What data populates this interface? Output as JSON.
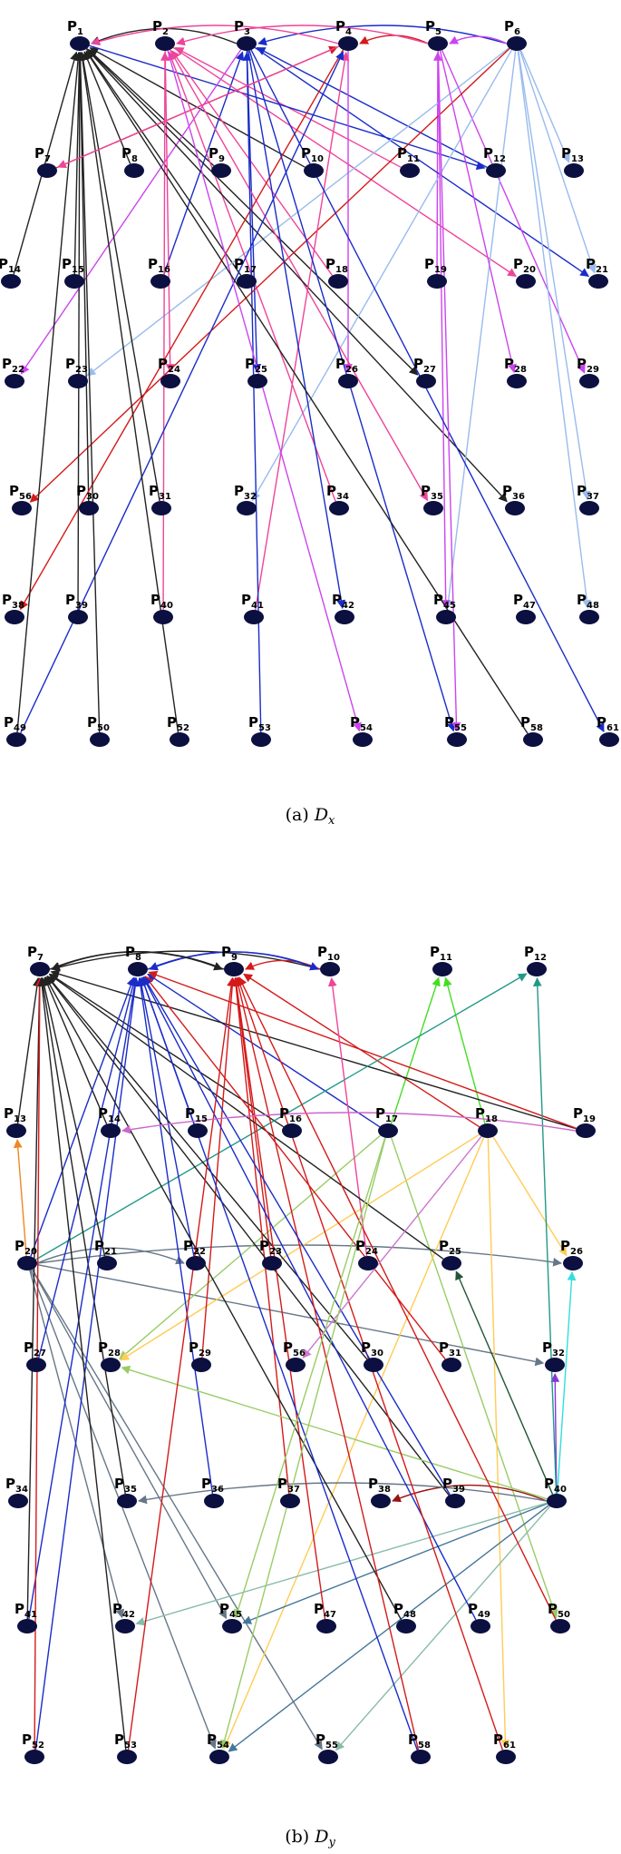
{
  "diagrams": [
    {
      "id": "dx",
      "caption": {
        "prefix": "(a) ",
        "main": "D",
        "sub": "x"
      },
      "nodes": [
        {
          "label": "P",
          "sub": "1"
        },
        {
          "label": "P",
          "sub": "2"
        },
        {
          "label": "P",
          "sub": "3"
        },
        {
          "label": "P",
          "sub": "4"
        },
        {
          "label": "P",
          "sub": "5"
        },
        {
          "label": "P",
          "sub": "6"
        },
        {
          "label": "P",
          "sub": "7"
        },
        {
          "label": "P",
          "sub": "8"
        },
        {
          "label": "P",
          "sub": "9"
        },
        {
          "label": "P",
          "sub": "10"
        },
        {
          "label": "P",
          "sub": "11"
        },
        {
          "label": "P",
          "sub": "12"
        },
        {
          "label": "P",
          "sub": "13"
        },
        {
          "label": "P",
          "sub": "14"
        },
        {
          "label": "P",
          "sub": "15"
        },
        {
          "label": "P",
          "sub": "16"
        },
        {
          "label": "P",
          "sub": "17"
        },
        {
          "label": "P",
          "sub": "18"
        },
        {
          "label": "P",
          "sub": "19"
        },
        {
          "label": "P",
          "sub": "20"
        },
        {
          "label": "P",
          "sub": "21"
        },
        {
          "label": "P",
          "sub": "22"
        },
        {
          "label": "P",
          "sub": "23"
        },
        {
          "label": "P",
          "sub": "24"
        },
        {
          "label": "P",
          "sub": "25"
        },
        {
          "label": "P",
          "sub": "26"
        },
        {
          "label": "P",
          "sub": "27"
        },
        {
          "label": "P",
          "sub": "28"
        },
        {
          "label": "P",
          "sub": "29"
        },
        {
          "label": "P",
          "sub": "56"
        },
        {
          "label": "P",
          "sub": "30"
        },
        {
          "label": "P",
          "sub": "31"
        },
        {
          "label": "P",
          "sub": "32"
        },
        {
          "label": "P",
          "sub": "34"
        },
        {
          "label": "P",
          "sub": "35"
        },
        {
          "label": "P",
          "sub": "36"
        },
        {
          "label": "P",
          "sub": "37"
        },
        {
          "label": "P",
          "sub": "38"
        },
        {
          "label": "P",
          "sub": "39"
        },
        {
          "label": "P",
          "sub": "40"
        },
        {
          "label": "P",
          "sub": "41"
        },
        {
          "label": "P",
          "sub": "42"
        },
        {
          "label": "P",
          "sub": "45"
        },
        {
          "label": "P",
          "sub": "47"
        },
        {
          "label": "P",
          "sub": "48"
        },
        {
          "label": "P",
          "sub": "49"
        },
        {
          "label": "P",
          "sub": "50"
        },
        {
          "label": "P",
          "sub": "52"
        },
        {
          "label": "P",
          "sub": "53"
        },
        {
          "label": "P",
          "sub": "54"
        },
        {
          "label": "P",
          "sub": "55"
        },
        {
          "label": "P",
          "sub": "58"
        },
        {
          "label": "P",
          "sub": "61"
        }
      ],
      "edges": [
        {
          "from": 2,
          "to": 0,
          "color": "#222222"
        },
        {
          "from": 5,
          "to": 2,
          "color": "#1a2cc8"
        },
        {
          "from": 3,
          "to": 0,
          "color": "#ee4499"
        },
        {
          "from": 4,
          "to": 3,
          "color": "#d41a1a"
        },
        {
          "from": 5,
          "to": 4,
          "color": "#cc44ee"
        },
        {
          "from": 4,
          "to": 1,
          "color": "#ee4499"
        },
        {
          "from": 13,
          "to": 0,
          "color": "#222222"
        },
        {
          "from": 6,
          "to": 3,
          "color": "#d41a1a"
        },
        {
          "from": 7,
          "to": 0,
          "color": "#222222"
        },
        {
          "from": 8,
          "to": 0,
          "color": "#222222"
        },
        {
          "from": 9,
          "to": 0,
          "color": "#222222"
        },
        {
          "from": 10,
          "to": 1,
          "color": "#ee4499"
        },
        {
          "from": 11,
          "to": 2,
          "color": "#1a2cc8"
        },
        {
          "from": 0,
          "to": 11,
          "color": "#1a2cc8"
        },
        {
          "from": 5,
          "to": 12,
          "color": "#99bbee"
        },
        {
          "from": 14,
          "to": 0,
          "color": "#222222"
        },
        {
          "from": 15,
          "to": 2,
          "color": "#1a2cc8"
        },
        {
          "from": 16,
          "to": 0,
          "color": "#222222"
        },
        {
          "from": 17,
          "to": 1,
          "color": "#ee4499"
        },
        {
          "from": 18,
          "to": 4,
          "color": "#cc44ee"
        },
        {
          "from": 1,
          "to": 19,
          "color": "#ee4499"
        },
        {
          "from": 2,
          "to": 20,
          "color": "#1a2cc8"
        },
        {
          "from": 5,
          "to": 20,
          "color": "#99bbee"
        },
        {
          "from": 2,
          "to": 21,
          "color": "#cc44ee"
        },
        {
          "from": 5,
          "to": 22,
          "color": "#99bbee"
        },
        {
          "from": 1,
          "to": 23,
          "color": "#ee4499"
        },
        {
          "from": 2,
          "to": 24,
          "color": "#1a2cc8"
        },
        {
          "from": 3,
          "to": 25,
          "color": "#cc44ee"
        },
        {
          "from": 0,
          "to": 26,
          "color": "#222222"
        },
        {
          "from": 4,
          "to": 28,
          "color": "#cc44ee"
        },
        {
          "from": 5,
          "to": 29,
          "color": "#d41a1a"
        },
        {
          "from": 30,
          "to": 0,
          "color": "#222222"
        },
        {
          "from": 31,
          "to": 0,
          "color": "#222222"
        },
        {
          "from": 5,
          "to": 32,
          "color": "#99bbee"
        },
        {
          "from": 33,
          "to": 1,
          "color": "#ee4499"
        },
        {
          "from": 1,
          "to": 34,
          "color": "#ee4499"
        },
        {
          "from": 0,
          "to": 35,
          "color": "#222222"
        },
        {
          "from": 5,
          "to": 36,
          "color": "#99bbee"
        },
        {
          "from": 3,
          "to": 37,
          "color": "#d41a1a"
        },
        {
          "from": 38,
          "to": 0,
          "color": "#222222"
        },
        {
          "from": 39,
          "to": 1,
          "color": "#ee4499"
        },
        {
          "from": 40,
          "to": 3,
          "color": "#ee4499"
        },
        {
          "from": 2,
          "to": 41,
          "color": "#1a2cc8"
        },
        {
          "from": 5,
          "to": 42,
          "color": "#99bbee"
        },
        {
          "from": 4,
          "to": 42,
          "color": "#cc44ee"
        },
        {
          "from": 5,
          "to": 44,
          "color": "#99bbee"
        },
        {
          "from": 45,
          "to": 0,
          "color": "#222222"
        },
        {
          "from": 45,
          "to": 3,
          "color": "#1a2cc8"
        },
        {
          "from": 46,
          "to": 0,
          "color": "#222222"
        },
        {
          "from": 47,
          "to": 0,
          "color": "#222222"
        },
        {
          "from": 48,
          "to": 2,
          "color": "#1a2cc8"
        },
        {
          "from": 1,
          "to": 49,
          "color": "#cc44ee"
        },
        {
          "from": 2,
          "to": 50,
          "color": "#1a2cc8"
        },
        {
          "from": 51,
          "to": 0,
          "color": "#222222"
        },
        {
          "from": 2,
          "to": 52,
          "color": "#1a2cc8"
        },
        {
          "from": 4,
          "to": 50,
          "color": "#cc44ee"
        },
        {
          "from": 3,
          "to": 6,
          "color": "#ee4499"
        },
        {
          "from": 4,
          "to": 27,
          "color": "#cc44ee"
        }
      ]
    },
    {
      "id": "dy",
      "caption": {
        "prefix": "(b) ",
        "main": "D",
        "sub": "y"
      },
      "nodes": [
        {
          "label": "P",
          "sub": "7"
        },
        {
          "label": "P",
          "sub": "8"
        },
        {
          "label": "P",
          "sub": "9"
        },
        {
          "label": "P",
          "sub": "10"
        },
        {
          "label": "P",
          "sub": "11"
        },
        {
          "label": "P",
          "sub": "12"
        },
        {
          "label": "P",
          "sub": "13"
        },
        {
          "label": "P",
          "sub": "14"
        },
        {
          "label": "P",
          "sub": "15"
        },
        {
          "label": "P",
          "sub": "16"
        },
        {
          "label": "P",
          "sub": "17"
        },
        {
          "label": "P",
          "sub": "18"
        },
        {
          "label": "P",
          "sub": "19"
        },
        {
          "label": "P",
          "sub": "20"
        },
        {
          "label": "P",
          "sub": "21"
        },
        {
          "label": "P",
          "sub": "22"
        },
        {
          "label": "P",
          "sub": "23"
        },
        {
          "label": "P",
          "sub": "24"
        },
        {
          "label": "P",
          "sub": "25"
        },
        {
          "label": "P",
          "sub": "26"
        },
        {
          "label": "P",
          "sub": "27"
        },
        {
          "label": "P",
          "sub": "28"
        },
        {
          "label": "P",
          "sub": "29"
        },
        {
          "label": "P",
          "sub": "56"
        },
        {
          "label": "P",
          "sub": "30"
        },
        {
          "label": "P",
          "sub": "31"
        },
        {
          "label": "P",
          "sub": "32"
        },
        {
          "label": "P",
          "sub": "34"
        },
        {
          "label": "P",
          "sub": "35"
        },
        {
          "label": "P",
          "sub": "36"
        },
        {
          "label": "P",
          "sub": "37"
        },
        {
          "label": "P",
          "sub": "38"
        },
        {
          "label": "P",
          "sub": "39"
        },
        {
          "label": "P",
          "sub": "40"
        },
        {
          "label": "P",
          "sub": "41"
        },
        {
          "label": "P",
          "sub": "42"
        },
        {
          "label": "P",
          "sub": "45"
        },
        {
          "label": "P",
          "sub": "47"
        },
        {
          "label": "P",
          "sub": "48"
        },
        {
          "label": "P",
          "sub": "49"
        },
        {
          "label": "P",
          "sub": "50"
        },
        {
          "label": "P",
          "sub": "52"
        },
        {
          "label": "P",
          "sub": "53"
        },
        {
          "label": "P",
          "sub": "54"
        },
        {
          "label": "P",
          "sub": "55"
        },
        {
          "label": "P",
          "sub": "58"
        },
        {
          "label": "P",
          "sub": "61"
        }
      ],
      "edges": [
        {
          "from": 3,
          "to": 0,
          "color": "#222222"
        },
        {
          "from": 2,
          "to": 0,
          "color": "#222222"
        },
        {
          "from": 3,
          "to": 1,
          "color": "#1a2cc8"
        },
        {
          "from": 3,
          "to": 2,
          "color": "#d41a1a"
        },
        {
          "from": 6,
          "to": 0,
          "color": "#222222"
        },
        {
          "from": 7,
          "to": 0,
          "color": "#222222"
        },
        {
          "from": 8,
          "to": 1,
          "color": "#1a2cc8"
        },
        {
          "from": 9,
          "to": 0,
          "color": "#222222"
        },
        {
          "from": 10,
          "to": 4,
          "color": "#44dd22"
        },
        {
          "from": 10,
          "to": 1,
          "color": "#1a2cc8"
        },
        {
          "from": 11,
          "to": 4,
          "color": "#44dd22"
        },
        {
          "from": 11,
          "to": 2,
          "color": "#d41a1a"
        },
        {
          "from": 12,
          "to": 0,
          "color": "#222222"
        },
        {
          "from": 12,
          "to": 1,
          "color": "#d41a1a"
        },
        {
          "from": 13,
          "to": 5,
          "color": "#229988"
        },
        {
          "from": 13,
          "to": 1,
          "color": "#1a2cc8"
        },
        {
          "from": 13,
          "to": 19,
          "color": "#667788"
        },
        {
          "from": 13,
          "to": 36,
          "color": "#667788"
        },
        {
          "from": 13,
          "to": 43,
          "color": "#667788"
        },
        {
          "from": 13,
          "to": 35,
          "color": "#667788"
        },
        {
          "from": 13,
          "to": 26,
          "color": "#667788"
        },
        {
          "from": 13,
          "to": 44,
          "color": "#667788"
        },
        {
          "from": 13,
          "to": 15,
          "color": "#667788"
        },
        {
          "from": 13,
          "to": 6,
          "color": "#ee8822"
        },
        {
          "from": 10,
          "to": 21,
          "color": "#99cc66"
        },
        {
          "from": 10,
          "to": 40,
          "color": "#99cc66"
        },
        {
          "from": 11,
          "to": 19,
          "color": "#ffcc55"
        },
        {
          "from": 11,
          "to": 43,
          "color": "#ffcc55"
        },
        {
          "from": 11,
          "to": 46,
          "color": "#ffcc55"
        },
        {
          "from": 11,
          "to": 21,
          "color": "#ffcc55"
        },
        {
          "from": 14,
          "to": 0,
          "color": "#222222"
        },
        {
          "from": 15,
          "to": 1,
          "color": "#1a2cc8"
        },
        {
          "from": 16,
          "to": 2,
          "color": "#d41a1a"
        },
        {
          "from": 17,
          "to": 3,
          "color": "#ee4499"
        },
        {
          "from": 18,
          "to": 0,
          "color": "#222222"
        },
        {
          "from": 20,
          "to": 1,
          "color": "#1a2cc8"
        },
        {
          "from": 22,
          "to": 2,
          "color": "#d41a1a"
        },
        {
          "from": 24,
          "to": 0,
          "color": "#222222"
        },
        {
          "from": 25,
          "to": 1,
          "color": "#d41a1a"
        },
        {
          "from": 28,
          "to": 0,
          "color": "#222222"
        },
        {
          "from": 29,
          "to": 1,
          "color": "#1a2cc8"
        },
        {
          "from": 30,
          "to": 2,
          "color": "#d41a1a"
        },
        {
          "from": 32,
          "to": 0,
          "color": "#222222"
        },
        {
          "from": 33,
          "to": 19,
          "color": "#33dddd"
        },
        {
          "from": 33,
          "to": 26,
          "color": "#8833dd"
        },
        {
          "from": 33,
          "to": 31,
          "color": "#991111"
        },
        {
          "from": 33,
          "to": 28,
          "color": "#667788"
        },
        {
          "from": 33,
          "to": 36,
          "color": "#447799"
        },
        {
          "from": 33,
          "to": 43,
          "color": "#447799"
        },
        {
          "from": 33,
          "to": 5,
          "color": "#229988"
        },
        {
          "from": 33,
          "to": 21,
          "color": "#99cc66"
        },
        {
          "from": 33,
          "to": 18,
          "color": "#225533"
        },
        {
          "from": 33,
          "to": 35,
          "color": "#88bbaa"
        },
        {
          "from": 33,
          "to": 44,
          "color": "#88bbaa"
        },
        {
          "from": 34,
          "to": 1,
          "color": "#1a2cc8"
        },
        {
          "from": 34,
          "to": 0,
          "color": "#222222"
        },
        {
          "from": 37,
          "to": 2,
          "color": "#d41a1a"
        },
        {
          "from": 38,
          "to": 0,
          "color": "#222222"
        },
        {
          "from": 39,
          "to": 1,
          "color": "#1a2cc8"
        },
        {
          "from": 40,
          "to": 2,
          "color": "#d41a1a"
        },
        {
          "from": 41,
          "to": 1,
          "color": "#1a2cc8"
        },
        {
          "from": 41,
          "to": 0,
          "color": "#d41a1a"
        },
        {
          "from": 42,
          "to": 0,
          "color": "#222222"
        },
        {
          "from": 42,
          "to": 2,
          "color": "#d41a1a"
        },
        {
          "from": 45,
          "to": 1,
          "color": "#1a2cc8"
        },
        {
          "from": 45,
          "to": 2,
          "color": "#d41a1a"
        },
        {
          "from": 46,
          "to": 2,
          "color": "#d41a1a"
        },
        {
          "from": 32,
          "to": 1,
          "color": "#1a2cc8"
        },
        {
          "from": 11,
          "to": 23,
          "color": "#cc77cc"
        },
        {
          "from": 10,
          "to": 36,
          "color": "#99cc66"
        },
        {
          "from": 1,
          "to": 3,
          "color": "#1a2cc8"
        },
        {
          "from": 0,
          "to": 2,
          "color": "#222222"
        },
        {
          "from": 12,
          "to": 7,
          "color": "#cc66cc"
        },
        {
          "from": 10,
          "to": 43,
          "color": "#99cc66"
        }
      ]
    }
  ]
}
